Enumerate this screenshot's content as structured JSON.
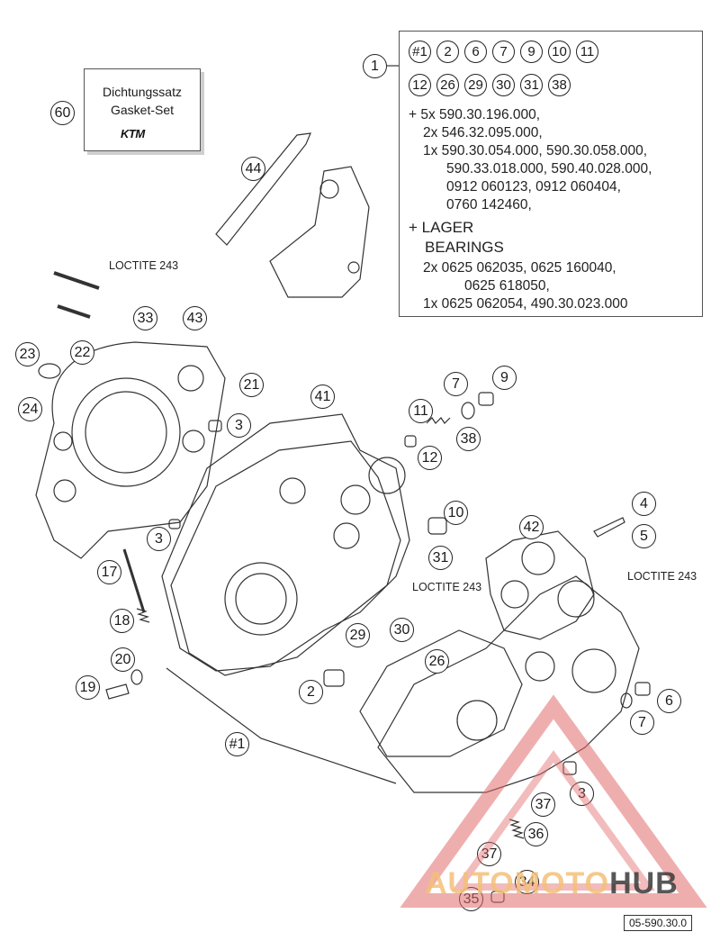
{
  "legend": {
    "marker": "1",
    "set_row1": [
      "#1",
      "2",
      "6",
      "7",
      "9",
      "10",
      "11"
    ],
    "set_row2": [
      "12",
      "26",
      "29",
      "30",
      "31",
      "38"
    ],
    "lines": [
      "+ 5x 590.30.196.000,",
      "2x 546.32.095.000,",
      "1x 590.30.054.000, 590.30.058.000,",
      "590.33.018.000, 590.40.028.000,",
      "0912 060123, 0912 060404,",
      "0760 142460,",
      "+ LAGER",
      "BEARINGS",
      "2x 0625 062035, 0625 160040,",
      "0625 618050,",
      "1x 0625 062054, 490.30.023.000"
    ]
  },
  "gasket_set": {
    "number": "60",
    "label_de": "Dichtungssatz",
    "label_en": "Gasket-Set",
    "brand": "KTM"
  },
  "notes": {
    "loctite_a": "LOCTITE 243",
    "loctite_b": "LOCTITE 243",
    "loctite_c": "LOCTITE 243"
  },
  "callouts": {
    "c44": "44",
    "c33": "33",
    "c43": "43",
    "c22": "22",
    "c23": "23",
    "c24": "24",
    "c21": "21",
    "c3a": "3",
    "c41": "41",
    "c11": "11",
    "c7a": "7",
    "c9": "9",
    "c38": "38",
    "c12": "12",
    "c10": "10",
    "c42": "42",
    "c4": "4",
    "c5": "5",
    "c3b": "3",
    "c31": "31",
    "c17": "17",
    "c18": "18",
    "c29": "29",
    "c30": "30",
    "c26": "26",
    "c20": "20",
    "c19": "19",
    "c2": "2",
    "c6": "6",
    "c7b": "7",
    "c1set": "#1",
    "c37a": "37",
    "c3c": "3",
    "c36": "36",
    "c37b": "37",
    "c34": "34",
    "c35": "35"
  },
  "doc_number": "05-590.30.0",
  "watermark": {
    "part1": "AUTOMOTO",
    "part2": "HUB"
  }
}
